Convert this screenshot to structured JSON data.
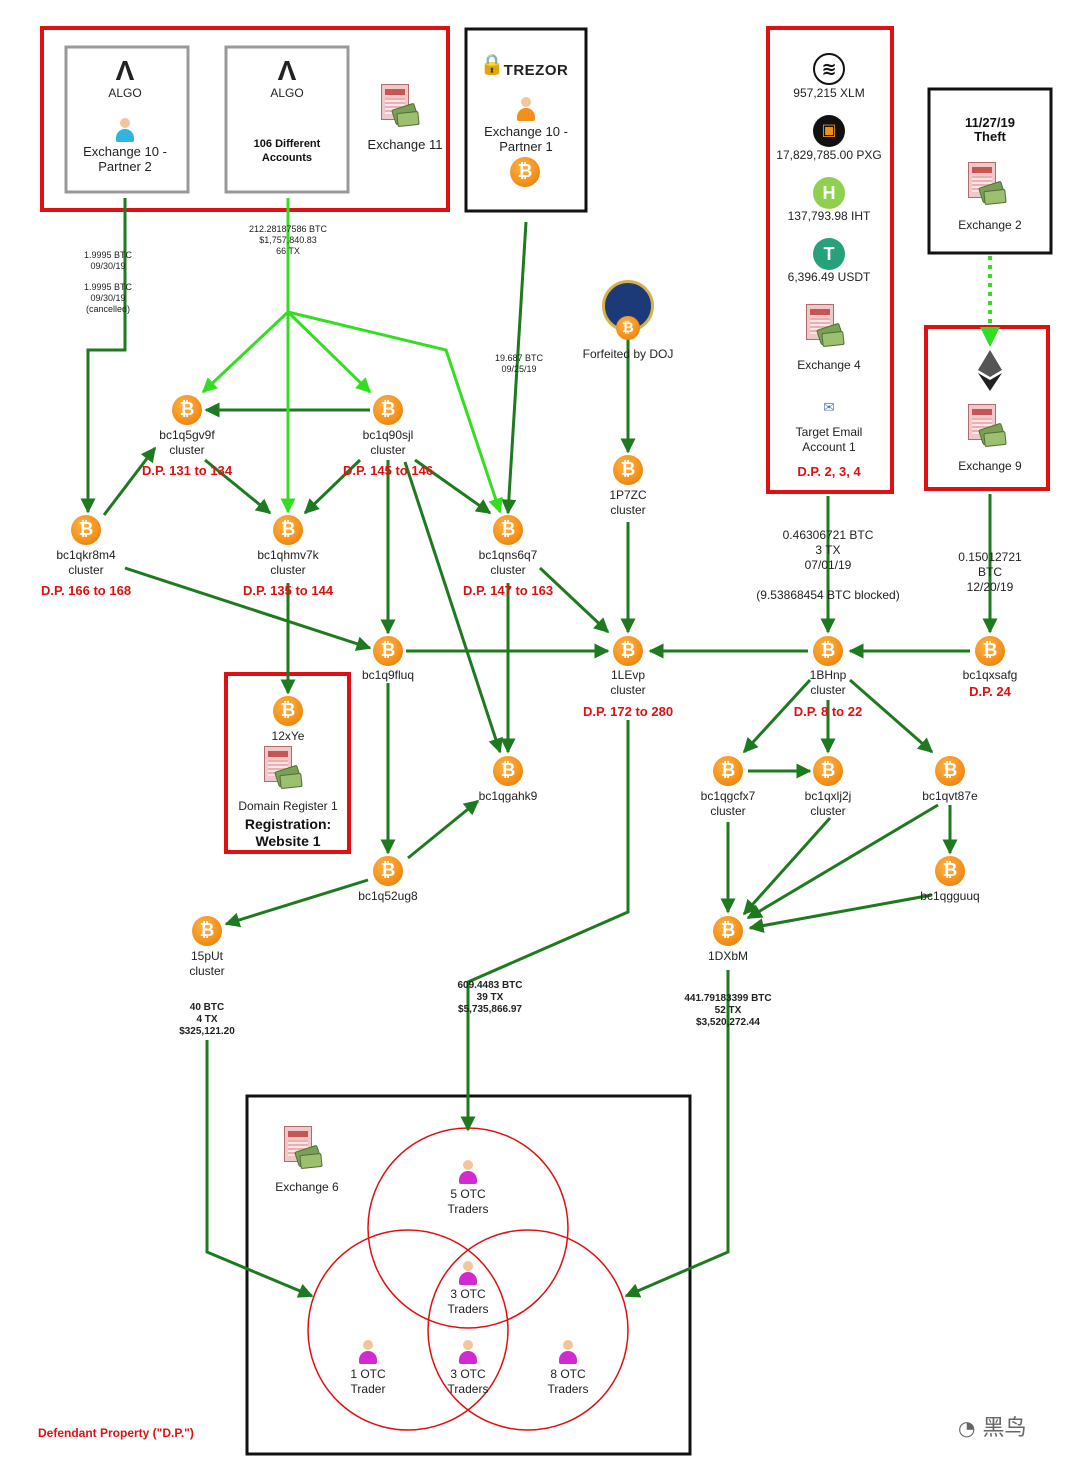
{
  "groups": {
    "algo_box": {
      "algo1": "ALGO",
      "exchange10_partner2": "Exchange 10 -\nPartner 2",
      "algo2": "ALGO",
      "accounts_106": "106 Different\nAccounts",
      "exchange11": "Exchange 11"
    },
    "trezor_box": {
      "brand": "TREZOR",
      "exchange10_partner1": "Exchange 10 -\nPartner 1"
    },
    "alt_box": {
      "xlm": "957,215 XLM",
      "pxg": "17,829,785.00 PXG",
      "iht": "137,793.98 IHT",
      "usdt": "6,396.49 USDT",
      "exchange4": "Exchange 4",
      "email": "Target Email\nAccount 1",
      "dp": "D.P. 2, 3, 4"
    },
    "theft_box": {
      "title": "11/27/19\nTheft",
      "exchange2": "Exchange 2"
    },
    "eth_box": {
      "exchange9": "Exchange 9"
    },
    "domain_box": {
      "node": "12xYe",
      "register": "Domain Register 1",
      "reg": "Registration:\nWebsite 1"
    },
    "otc_box": {
      "exchange6": "Exchange 6",
      "t5": "5 OTC\nTraders",
      "t3a": "3 OTC\nTraders",
      "t1": "1 OTC\nTrader",
      "t3b": "3 OTC\nTraders",
      "t8": "8 OTC\nTraders"
    }
  },
  "nodes": {
    "doj": "Forfeited by DOJ",
    "c1": "bc1q5gv9f\ncluster",
    "c1dp": "D.P. 131 to 134",
    "c2": "bc1q90sjl\ncluster",
    "c2dp": "D.P. 145 to 146",
    "c3": "bc1qkr8m4\ncluster",
    "c3dp": "D.P. 166 to 168",
    "c4": "bc1qhmv7k\ncluster",
    "c4dp": "D.P. 135 to 144",
    "c5": "bc1qns6q7\ncluster",
    "c5dp": "D.P. 147 to 163",
    "c6": "1P7ZC\ncluster",
    "c7": "bc1q9fluq",
    "c8": "1LEvp\ncluster",
    "c8dp": "D.P. 172  to 280",
    "c9": "1BHnp\ncluster",
    "c9dp": "D.P. 8 to 22",
    "c10": "bc1qxsafg",
    "c10dp": "D.P. 24",
    "c11": "bc1qgahk9",
    "c12": "bc1qgcfx7\ncluster",
    "c13": "bc1qxlj2j\ncluster",
    "c14": "bc1qvt87e",
    "c15": "bc1q52ug8",
    "c16": "bc1qgguuq",
    "c17": "15pUt\ncluster",
    "c18": "1DXbM"
  },
  "edges": {
    "e1": "1.9995 BTC\n09/30/19",
    "e1b": "1.9995 BTC\n09/30/19\n(cancelled)",
    "e2": "212.28187586 BTC\n$1,757,840.83\n66 TX",
    "e3": "19.687 BTC\n09/25/19",
    "e4": "0.46306721 BTC\n3 TX\n07/01/19",
    "e4b": "(9.53868454 BTC blocked)",
    "e5": "0.15012721 BTC\n12/20/19",
    "e6": "40 BTC\n4 TX\n$325,121.20",
    "e7": "609.4483 BTC\n39 TX\n$5,735,866.97",
    "e8": "441.79183399 BTC\n52 TX\n$3,520,272.44"
  },
  "legend": "Defendant Property (\"D.P.\")",
  "watermark": "黑鸟",
  "colors": {
    "dark_green": "#1e7a1e",
    "light_green": "#33dd22",
    "red": "#e01010",
    "btc_orange": "#f39019"
  },
  "icons": [
    "algo-icon",
    "person-icon",
    "ledger-money-icon",
    "trezor-lock-icon",
    "bitcoin-icon",
    "stellar-icon",
    "pxg-icon",
    "hedera-iht-icon",
    "tether-icon",
    "email-icon",
    "ethereum-icon",
    "doj-seal-icon"
  ]
}
